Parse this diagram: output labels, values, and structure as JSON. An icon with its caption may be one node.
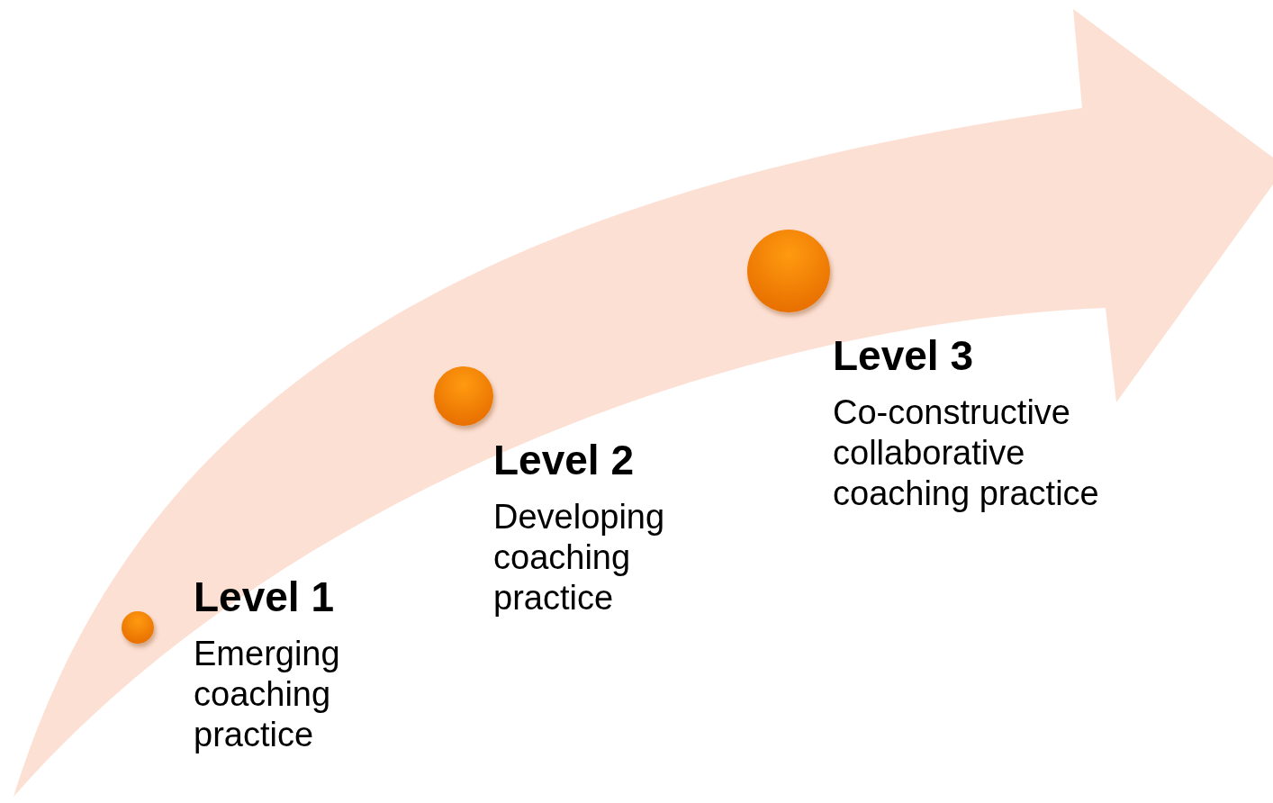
{
  "diagram": {
    "nodes": [
      {
        "text": [],
        "shape": "arrow"
      },
      {
        "text": [],
        "shape": "circle",
        "in": 0,
        "beside": [
          "Level 1",
          "Emerging coaching practice"
        ]
      },
      {
        "text": [],
        "shape": "circle",
        "in": 0,
        "beside": [
          "Level 2",
          "Developing coaching practice"
        ]
      },
      {
        "text": [],
        "shape": "circle",
        "in": 0,
        "beside": [
          "Level 3",
          "Co-constructive collaborative coaching practice"
        ]
      }
    ]
  }
}
